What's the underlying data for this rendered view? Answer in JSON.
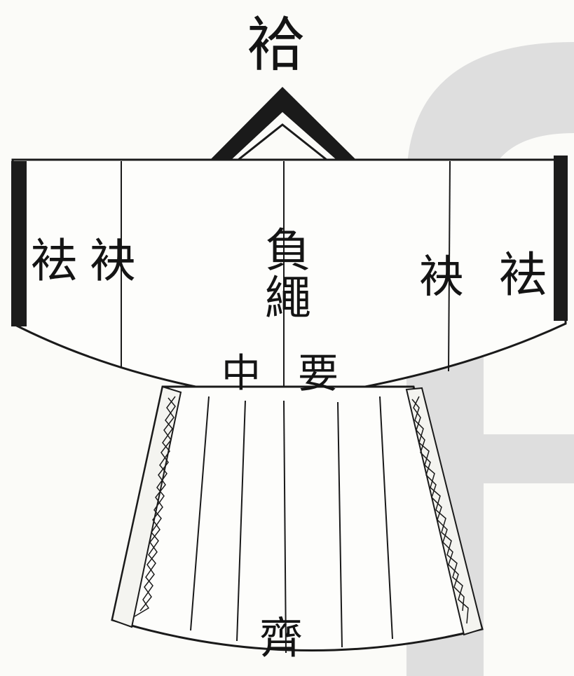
{
  "diagram": {
    "title": "袷",
    "labels": {
      "left_outer": "袪",
      "left_inner": "袂",
      "center_top": "負繩",
      "waist_left": "中",
      "waist_right": "要",
      "right_inner": "袂",
      "right_outer": "袪",
      "hem": "齊"
    }
  },
  "colors": {
    "ink": "#141414",
    "paper": "#fbfbf8",
    "watermark": "#dcdcdc"
  }
}
